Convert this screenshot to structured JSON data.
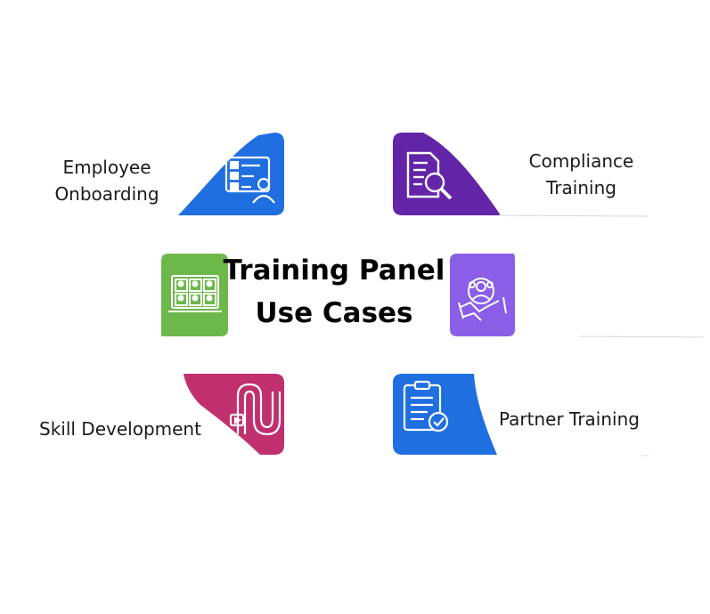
{
  "diagram": {
    "title_line1": "Training Panel",
    "title_line2": "Use Cases"
  },
  "use_cases": {
    "employee_onboarding": {
      "line1": "Employee",
      "line2": "Onboarding",
      "color": "#1f6fe0",
      "icon": "onboarding-id-card-icon"
    },
    "compliance_training": {
      "line1": "Compliance",
      "line2": "Training",
      "color": "#6424a8",
      "icon": "document-search-icon"
    },
    "skill_development": {
      "label": "Skill Development",
      "color": "#c0306e",
      "icon": "learning-path-icon"
    },
    "partner_training": {
      "label": "Partner Training",
      "color": "#1f6fe0",
      "icon": "clipboard-check-icon"
    },
    "left_tile": {
      "color": "#6db84a",
      "icon": "video-conference-icon"
    },
    "right_tile": {
      "color": "#8a5ee6",
      "icon": "handshake-team-icon"
    }
  }
}
